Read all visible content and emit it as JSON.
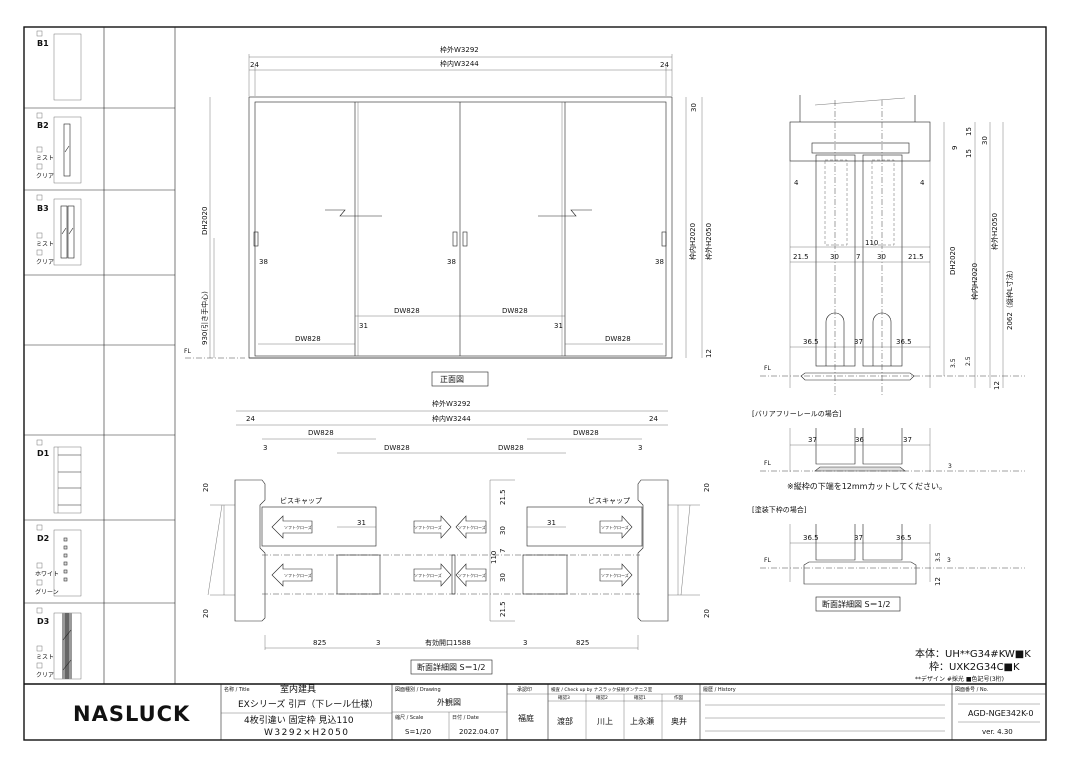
{
  "samples": [
    {
      "code": "B1"
    },
    {
      "code": "B2",
      "opt1": "ミスト",
      "opt2": "クリア"
    },
    {
      "code": "B3",
      "opt1": "ミスト",
      "opt2": "クリア"
    },
    {
      "code": "D1"
    },
    {
      "code": "D2",
      "opt1": "ホワイト",
      "opt2": "グリーン"
    },
    {
      "code": "D3",
      "opt1": "ミスト",
      "opt2": "クリア"
    }
  ],
  "front": {
    "outer_w": "枠外W3292",
    "inner_w": "枠内W3244",
    "side": "24",
    "dh": "DH2020",
    "handle_center": "930(引き手中心)",
    "inner_h": "枠内H2020",
    "outer_h": "枠外H2050",
    "top": "30",
    "bottom": "12",
    "gap": "38",
    "dw": "DW828",
    "overlap": "31",
    "fl": "FL",
    "caption": "正面図"
  },
  "section": {
    "outer_w": "枠外W3292",
    "inner_w": "枠内W3244",
    "side": "24",
    "dw": "DW828",
    "three": "3",
    "twenty": "20",
    "screw_cap": "ビスキャップ",
    "soft_close": "ソフトクローズ",
    "overlap": "31",
    "d215": "21.5",
    "d30": "30",
    "d7": "7",
    "d110": "110",
    "leaf": "825",
    "opening": "有効開口1588",
    "caption": "断面詳細図 S＝1/2"
  },
  "side_section": {
    "d215": "21.5",
    "d30": "30",
    "d7": "7",
    "d110": "110",
    "d4": "4",
    "d365": "36.5",
    "d37": "37",
    "d9": "9",
    "d15": "15",
    "dtop30": "30",
    "dh": "DH2020",
    "inner_h": "枠内H2020",
    "outer_h": "枠外H2050",
    "jamb": "2062（縦枠L寸法）",
    "d35": "3.5",
    "d25": "2.5",
    "d12": "12",
    "fl": "FL",
    "barrier_title": "[バリアフリーレールの場合]",
    "b37": "37",
    "b36": "36",
    "b3": "3",
    "note": "※縦枠の下端を12mmカットしてください。",
    "painted_title": "[塗装下枠の場合]",
    "p3": "3",
    "caption": "断面詳細図 S＝1/2"
  },
  "spec": {
    "body": "本体：UH**G34#KW■K",
    "frame": "枠：UXK2G34C■K",
    "legend": "**デザイン #採光 ■色記号(3桁)"
  },
  "title_block": {
    "logo": "NASLUCK",
    "title_label": "名称 / Title",
    "title1": "室内建具",
    "title2": "EXシリーズ 引戸（下レール仕様）",
    "title3": "4枚引違い 固定枠 見込110",
    "title4": "W3292×H2050",
    "drawing_label": "図面種別 / Drawing",
    "drawing": "外観図",
    "scale_label": "縮尺 / Scale",
    "scale": "S=1/20",
    "date_label": "日付 / Date",
    "date": "2022.04.07",
    "approve_label": "承認印",
    "approver": "福庭",
    "check_label": "検査 / Check up by ナスラック技術ダンテニス室",
    "checks": [
      {
        "role": "確認3",
        "name": "渡部"
      },
      {
        "role": "確認2",
        "name": "川上"
      },
      {
        "role": "確認1",
        "name": "上永瀬"
      },
      {
        "role": "作図",
        "name": "奥井"
      }
    ],
    "history_label": "履歴 / History",
    "no_label": "図面番号 / No.",
    "number": "AGD-NGE342K-0",
    "version": "ver. 4.30"
  }
}
